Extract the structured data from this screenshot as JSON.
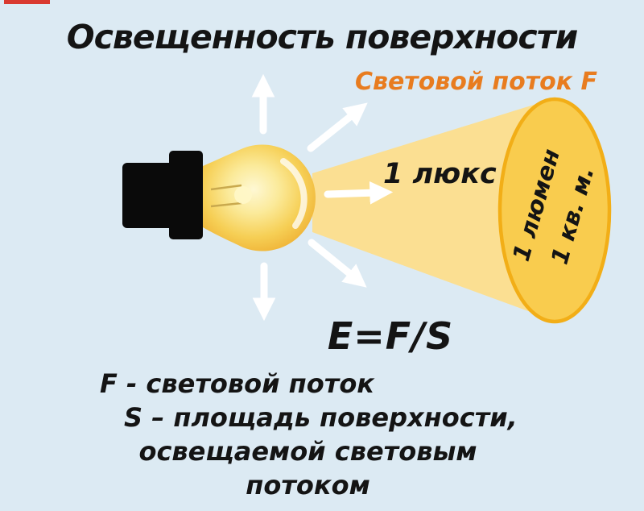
{
  "title": "Освещенность поверхности",
  "flux_label": "Световой поток F",
  "lux_label": "1 люкс",
  "ellipse_label": {
    "line1": "1 люмен",
    "line2": "1 кв. м."
  },
  "formula": "E=F/S",
  "legend": {
    "line1": "F - световой поток",
    "line2": "S – площадь поверхности,",
    "line3": "освещаемой световым",
    "line4": "потоком"
  },
  "icons": {
    "bulb": "light-bulb-icon",
    "arrows": "white-radiating-arrows"
  },
  "colors": {
    "background": "#DCEAF3",
    "beam": "#FBDF92",
    "ellipse_fill": "#F9CC4E",
    "ellipse_border": "#F2AE17",
    "accent_orange": "#E87C1F",
    "text_black": "#141414",
    "red_strip": "#D93A30",
    "arrow_white": "#FFFFFF",
    "socket_black": "#0A0A0A"
  }
}
